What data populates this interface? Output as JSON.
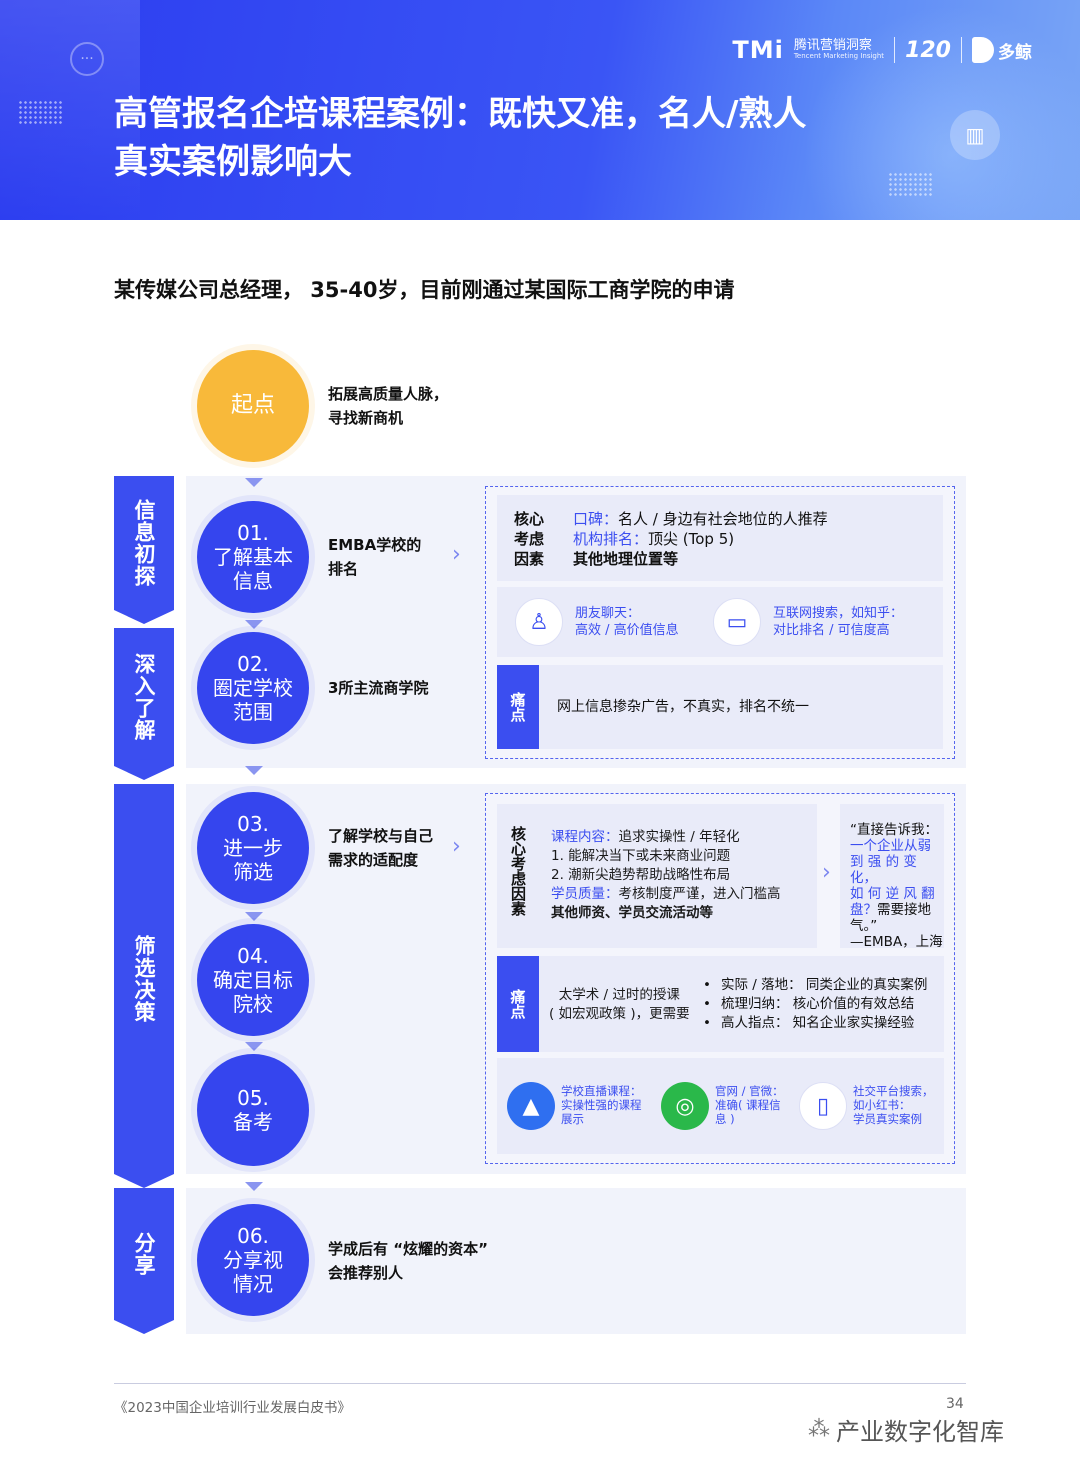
{
  "header": {
    "title_line1": "高管报名企培课程案例：既快又准，名人/熟人",
    "title_line2": "真实案例影响大",
    "logos": {
      "tmi": "TMi",
      "tmi_cn": "腾讯营销洞察",
      "tmi_en": "Tencent Marketing Insight",
      "anniv": "120",
      "dj": "多鲸"
    }
  },
  "subtitle": "某传媒公司总经理， 35-40岁，目前刚通过某国际工商学院的申请",
  "stages": [
    "信息初探",
    "深入了解",
    "筛选决策",
    "分享"
  ],
  "start": {
    "label": "起点",
    "desc1": "拓展高质量人脉，",
    "desc2": "寻找新商机"
  },
  "steps": [
    {
      "num": "01.",
      "l1": "了解基本",
      "l2": "信息",
      "d1": "EMBA学校的",
      "d2": "排名"
    },
    {
      "num": "02.",
      "l1": "圈定学校",
      "l2": "范围",
      "d1": "3所主流商学院",
      "d2": ""
    },
    {
      "num": "03.",
      "l1": "进一步",
      "l2": "筛选",
      "d1": "了解学校与自己",
      "d2": "需求的适配度"
    },
    {
      "num": "04.",
      "l1": "确定目标",
      "l2": "院校",
      "d1": "",
      "d2": ""
    },
    {
      "num": "05.",
      "l1": "备考",
      "l2": "",
      "d1": "",
      "d2": ""
    },
    {
      "num": "06.",
      "l1": "分享视",
      "l2": "情况",
      "d1": "学成后有 “炫耀的资本”",
      "d2": "会推荐别人"
    }
  ],
  "block1": {
    "core_tag": [
      "核心",
      "考虑",
      "因素"
    ],
    "core_lines": [
      {
        "key": "口碑：",
        "val": "名人 / 身边有社会地位的人推荐"
      },
      {
        "key": "机构排名：",
        "val": "顶尖 (Top 5)"
      },
      {
        "key": "",
        "val": "其他地理位置等"
      }
    ],
    "channels": [
      {
        "icon": "person-icon",
        "t1": "朋友聊天：",
        "t2": "高效 / 高价值信息"
      },
      {
        "icon": "monitor-icon",
        "t1": "互联网搜索，如知乎：",
        "t2": "对比排名 / 可信度高"
      }
    ],
    "pain_tag": "痛点",
    "pain_text": "网上信息掺杂广告，不真实，排名不统一"
  },
  "block2": {
    "core_tag": "核心考虑因素",
    "core_lines": [
      {
        "key": "课程内容：",
        "val": "追求实操性 / 年轻化"
      },
      {
        "key": "",
        "val": "1. 能解决当下或未来商业问题"
      },
      {
        "key": "",
        "val": "2. 潮新尖趋势帮助战略性布局"
      },
      {
        "key": "学员质量：",
        "val": "考核制度严谨，进入门槛高"
      },
      {
        "key": "",
        "val": "其他师资、学员交流活动等"
      }
    ],
    "quote": {
      "l1": "“直接告诉我：",
      "l2": "一个企业从弱",
      "l3": "到 强 的 变 化，",
      "l4": "如 何 逆 风 翻",
      "l5a": "盘？",
      "l5b": "需要接地",
      "l6": "气。”",
      "l7": "—EMBA，上海"
    },
    "pain_tag": "痛点",
    "pain_l1": "太学术 / 过时的授课",
    "pain_l2": "( 如宏观政策 )，更需要",
    "needs": [
      "实际 / 落地：  同类企业的真实案例",
      "梳理归纳：  核心价值的有效总结",
      "高人指点：  知名企业家实操经验"
    ],
    "channels": [
      {
        "icon": "live-icon",
        "t1": "学校直播课程：",
        "t2": "实操性强的课程",
        "t3": "展示"
      },
      {
        "icon": "wechat-icon",
        "t1": "官网 / 官微：",
        "t2": "准确( 课程信",
        "t3": "息 )"
      },
      {
        "icon": "phone-icon",
        "t1": "社交平台搜索，",
        "t2": "如小红书：",
        "t3": "学员真实案例"
      }
    ]
  },
  "footer": {
    "source": "《2023中国企业培训行业发展白皮书》",
    "page": "34",
    "watermark": "产业数字化智库"
  }
}
